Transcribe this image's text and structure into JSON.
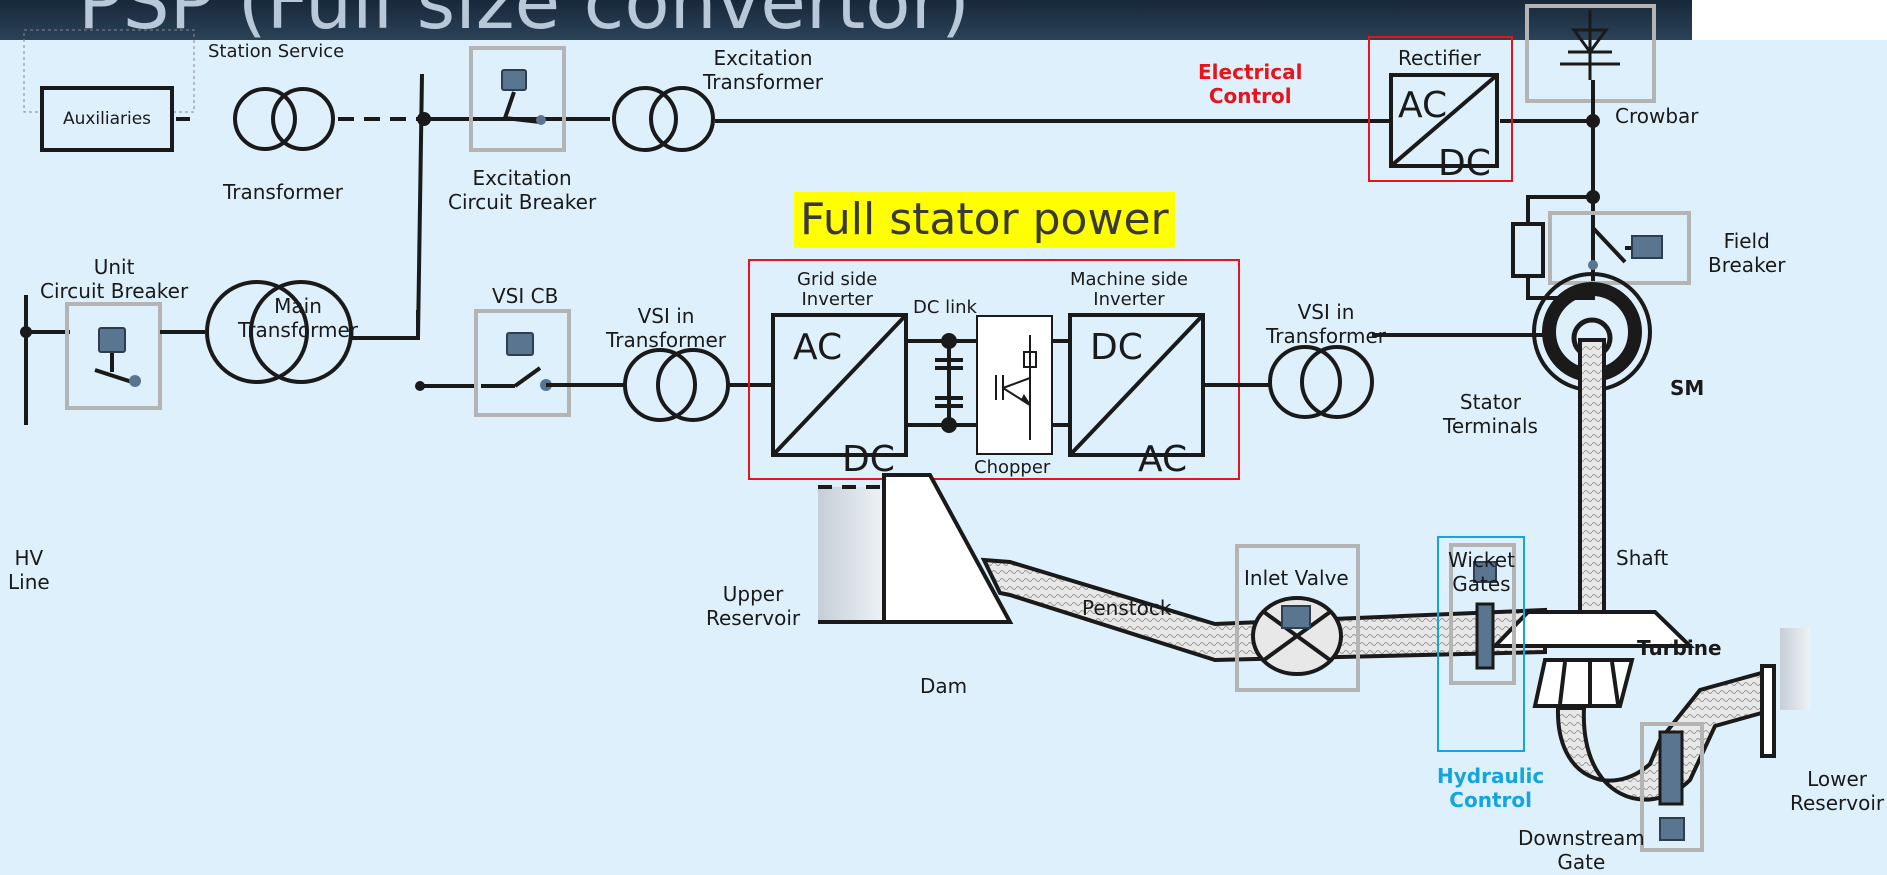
{
  "banner": {
    "title": "PSP (Full size convertor)"
  },
  "labels": {
    "station_service": "Station Service",
    "auxiliaries": "Auxiliaries",
    "transformer": "Transformer",
    "excitation_cb": [
      "Excitation",
      "Circuit Breaker"
    ],
    "excitation_transformer": [
      "Excitation",
      "Transformer"
    ],
    "electrical_control": [
      "Electrical",
      "Control"
    ],
    "rectifier": "Rectifier",
    "crowbar": "Crowbar",
    "field_breaker": [
      "Field",
      "Breaker"
    ],
    "unit_cb": [
      "Unit",
      "Circuit Breaker"
    ],
    "main_transformer": [
      "Main",
      "Transformer"
    ],
    "vsi_cb": "VSI CB",
    "vsi_in_transformer_left": [
      "VSI in",
      "Transformer"
    ],
    "grid_side_inverter": [
      "Grid side",
      "Inverter"
    ],
    "dc_link": "DC link",
    "machine_side_inverter": [
      "Machine side",
      "Inverter"
    ],
    "vsi_in_transformer_right": [
      "VSI in",
      "Transformer"
    ],
    "chopper": "Chopper",
    "full_stator_power": "Full stator power",
    "sm": "SM",
    "stator_terminals": [
      "Stator",
      "Terminals"
    ],
    "hv_line": [
      "HV",
      "Line"
    ],
    "upper_reservoir": [
      "Upper",
      "Reservoir"
    ],
    "dam": "Dam",
    "penstock": "Penstock",
    "inlet_valve": "Inlet Valve",
    "wicket_gates": [
      "Wicket",
      "Gates"
    ],
    "shaft": "Shaft",
    "turbine": "Turbine",
    "hydraulic_control": [
      "Hydraulic",
      "Control"
    ],
    "lower_reservoir": [
      "Lower",
      "Reservoir"
    ],
    "downstream_gate": [
      "Downstream",
      "Gate"
    ]
  },
  "converter": {
    "grid_ac": "AC",
    "grid_dc": "DC",
    "machine_dc": "DC",
    "machine_ac": "AC",
    "rect_ac": "AC",
    "rect_dc": "DC"
  },
  "colors": {
    "background": "#def0fb",
    "electrical_control": "#e8141c",
    "hydraulic_control": "#12a5e0",
    "highlight": "#ffff00",
    "actuator_box": "#b4b4b4"
  }
}
